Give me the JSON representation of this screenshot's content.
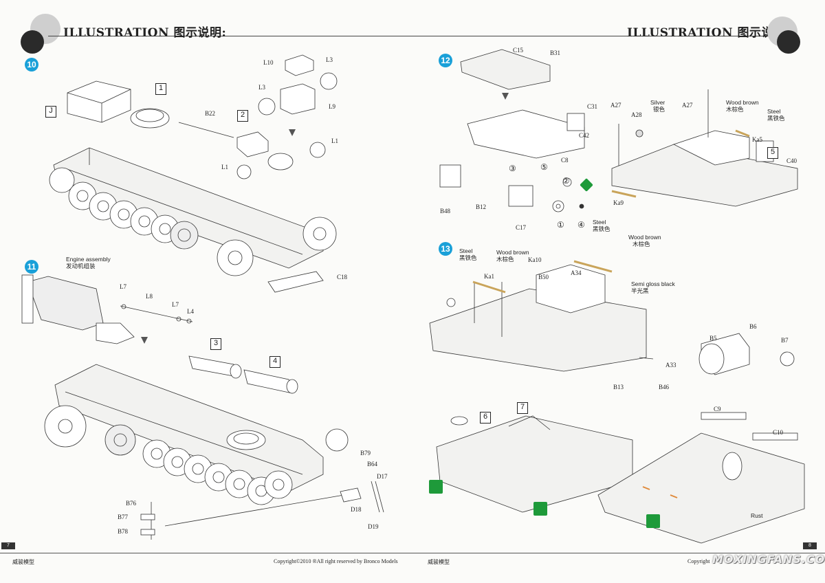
{
  "header": {
    "title_left": "ILLUSTRATION 图示说明:",
    "title_right": "ILLUSTRATION 图示说明:"
  },
  "steps": {
    "s10": "10",
    "s11": "11",
    "s12": "12",
    "s13": "13"
  },
  "step10": {
    "parts": [
      "L10",
      "L3",
      "L3",
      "L9",
      "L1",
      "L1",
      "B22",
      "C18"
    ],
    "boxes": [
      "J",
      "1",
      "2"
    ]
  },
  "step11": {
    "engine_en": "Engine assembly",
    "engine_cn": "发动机组装",
    "parts": [
      "L7",
      "L8",
      "L7",
      "L4",
      "B79",
      "B64",
      "D17",
      "D18",
      "D19",
      "B76",
      "B77",
      "B78"
    ],
    "boxes": [
      "3",
      "4"
    ]
  },
  "step12": {
    "parts": [
      "C15",
      "B31",
      "C31",
      "C42",
      "C8",
      "B48",
      "B12",
      "C17",
      "A27",
      "A28",
      "A27",
      "Ka5",
      "C40",
      "Ka9"
    ],
    "circled": [
      "③",
      "⑤",
      "②",
      "①",
      "④"
    ],
    "silver_en": "Silver",
    "silver_cn": "银色",
    "woodbrown_en": "Wood brown",
    "woodbrown_cn": "木棕色",
    "steel_en": "Steel",
    "steel_cn": "黑铁色",
    "steel2_en": "Steel",
    "steel2_cn": "黑铁色",
    "woodbrown2_en": "Wood brown",
    "woodbrown2_cn": "木棕色",
    "box": "5"
  },
  "step13": {
    "steel_en": "Steel",
    "steel_cn": "黑铁色",
    "woodbrown_en": "Wood brown",
    "woodbrown_cn": "木棕色",
    "semigloss_en": "Semi gloss black",
    "semigloss_cn": "半光黑",
    "parts": [
      "Ka10",
      "Ka1",
      "B50",
      "A34",
      "A33",
      "B13",
      "B46",
      "B5",
      "B6",
      "B7",
      "C9",
      "C10"
    ],
    "boxes": [
      "6",
      "7"
    ],
    "rust": "Rust"
  },
  "footer": {
    "left_brand": "威骏模型",
    "copyright": "Copyright©2010  ®All right reserved by Bronco Models",
    "right_brand": "威骏模型",
    "right_copyright": "Copyright",
    "page_left": "7",
    "page_right": "8",
    "watermark": "MOXINGFANS.COM"
  },
  "colors": {
    "step_badge": "#1aa0d8",
    "wood": "#c9a45a",
    "green_icon": "#1e9a3a"
  }
}
